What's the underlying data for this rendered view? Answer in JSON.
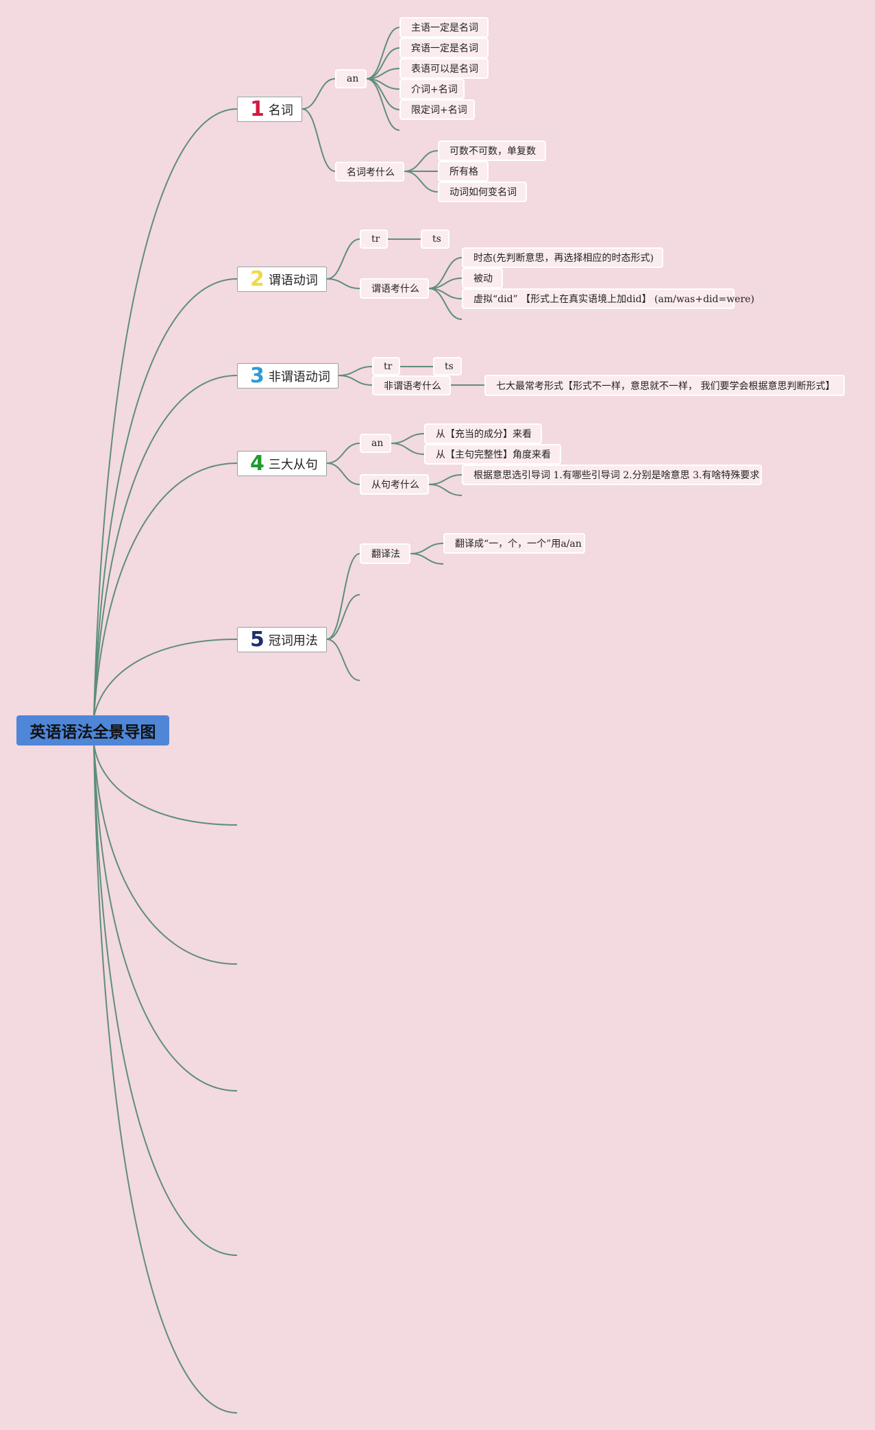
{
  "center": "英语语法全景导图",
  "colors": {
    "line": "#5e8d7c",
    "center": "#4f86d8",
    "background": "#f3d9e0"
  },
  "branches": [
    {
      "number": "1",
      "color": "#d11a3f",
      "label": "名词",
      "children": [
        {
          "label": "an",
          "children": [
            "主语一定是名词",
            "宾语一定是名词",
            "表语可以是名词",
            "介词+名词",
            "限定词+名词"
          ]
        },
        {
          "label": "名词考什么",
          "children": [
            "可数不可数，单复数",
            "所有格",
            "动词如何变名词"
          ]
        }
      ]
    },
    {
      "number": "2",
      "color": "#f0d84a",
      "label": "谓语动词",
      "children": [
        {
          "label": "tr",
          "children": [
            "ts"
          ]
        },
        {
          "label": "谓语考什么",
          "children": [
            "时态(先判断意思，再选择相应的时态形式)",
            "被动",
            "虚拟“did” 【形式上在真实语境上加did】 (am/was+did=were)"
          ]
        }
      ]
    },
    {
      "number": "3",
      "color": "#2b9bd6",
      "label": "非谓语动词",
      "children": [
        {
          "label": "tr",
          "children": [
            "ts"
          ]
        },
        {
          "label": "非谓语考什么",
          "children": [
            "七大最常考形式【形式不一样，意思就不一样， 我们要学会根据意思判断形式】"
          ]
        }
      ]
    },
    {
      "number": "4",
      "color": "#1f9a2f",
      "label": "三大从句",
      "children": [
        {
          "label": "an",
          "children": [
            "从【充当的成分】来看",
            "从【主句完整性】角度来看"
          ]
        },
        {
          "label": "从句考什么",
          "children": [
            "根据意思选引导词 1.有哪些引导词 2.分别是啥意思 3.有啥特殊要求"
          ]
        }
      ]
    },
    {
      "number": "5",
      "color": "#1e2f6e",
      "label": "冠词用法",
      "children": [
        {
          "label": "翻译法",
          "children": [
            "翻译成“一，个，一个”用a/an"
          ]
        }
      ]
    }
  ]
}
